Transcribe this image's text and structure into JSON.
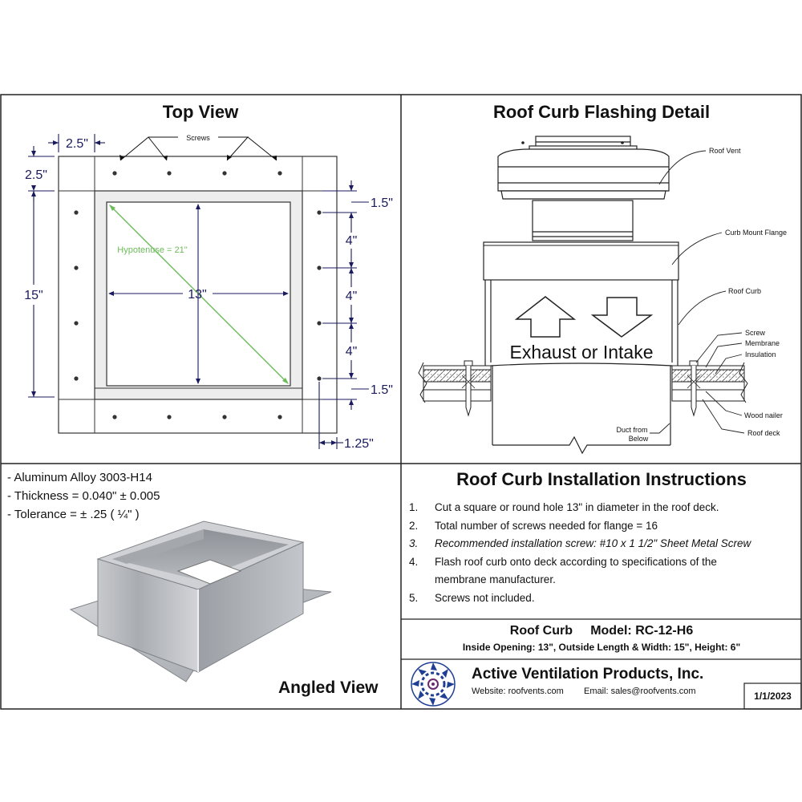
{
  "top_view": {
    "title": "Top View",
    "screws_label": "Screws",
    "hypotenuse_label": "Hypotenuse = 21\"",
    "dims": {
      "flange_width_top": "2.5\"",
      "flange_width_left": "2.5\"",
      "overall": "15\"",
      "opening": "13\"",
      "edge_top": "1.5\"",
      "spacing_1": "4\"",
      "spacing_2": "4\"",
      "spacing_3": "4\"",
      "edge_bottom": "1.5\"",
      "edge_right": "1.25\""
    }
  },
  "flashing_detail": {
    "title": "Roof Curb Flashing Detail",
    "center_text": "Exhaust or Intake",
    "labels": {
      "roof_vent": "Roof Vent",
      "curb_mount_flange": "Curb Mount Flange",
      "roof_curb": "Roof Curb",
      "screw": "Screw",
      "membrane": "Membrane",
      "insulation": "Insulation",
      "wood_nailer": "Wood nailer",
      "roof_deck": "Roof deck",
      "duct_from_below_1": "Duct from",
      "duct_from_below_2": "Below"
    }
  },
  "specs": [
    "- Aluminum Alloy 3003-H14",
    "- Thickness = 0.040\" ± 0.005",
    "- Tolerance =  ± .25 ( ¼\" )"
  ],
  "angled_view": {
    "title": "Angled View"
  },
  "instructions": {
    "title": "Roof Curb Installation Instructions",
    "items": [
      {
        "num": "1.",
        "text": "Cut a square or round hole 13\" in diameter in the roof deck."
      },
      {
        "num": "2.",
        "text": "Total number of screws needed for flange = 16"
      },
      {
        "num": "3.",
        "text": "Recommended installation screw: #10 x 1 1/2\" Sheet Metal Screw"
      },
      {
        "num": "4.",
        "text": "Flash roof curb onto deck according to specifications of the"
      },
      {
        "num": "",
        "text": "membrane manufacturer."
      },
      {
        "num": "5.",
        "text": "Screws not included."
      }
    ]
  },
  "product": {
    "name": "Roof Curb",
    "model": "Model: RC-12-H6",
    "details": "Inside Opening: 13\",  Outside Length & Width: 15\",  Height: 6\""
  },
  "company": {
    "name": "Active Ventilation Products, Inc.",
    "website": "Website:  roofvents.com",
    "email": "Email:  sales@roofvents.com",
    "date": "1/1/2023"
  },
  "colors": {
    "dimension_text": "#1a1a5e",
    "hypotenuse": "#6dbb5a",
    "logo": "#1f3f95",
    "sheet_metal": "#b9bcc0"
  }
}
